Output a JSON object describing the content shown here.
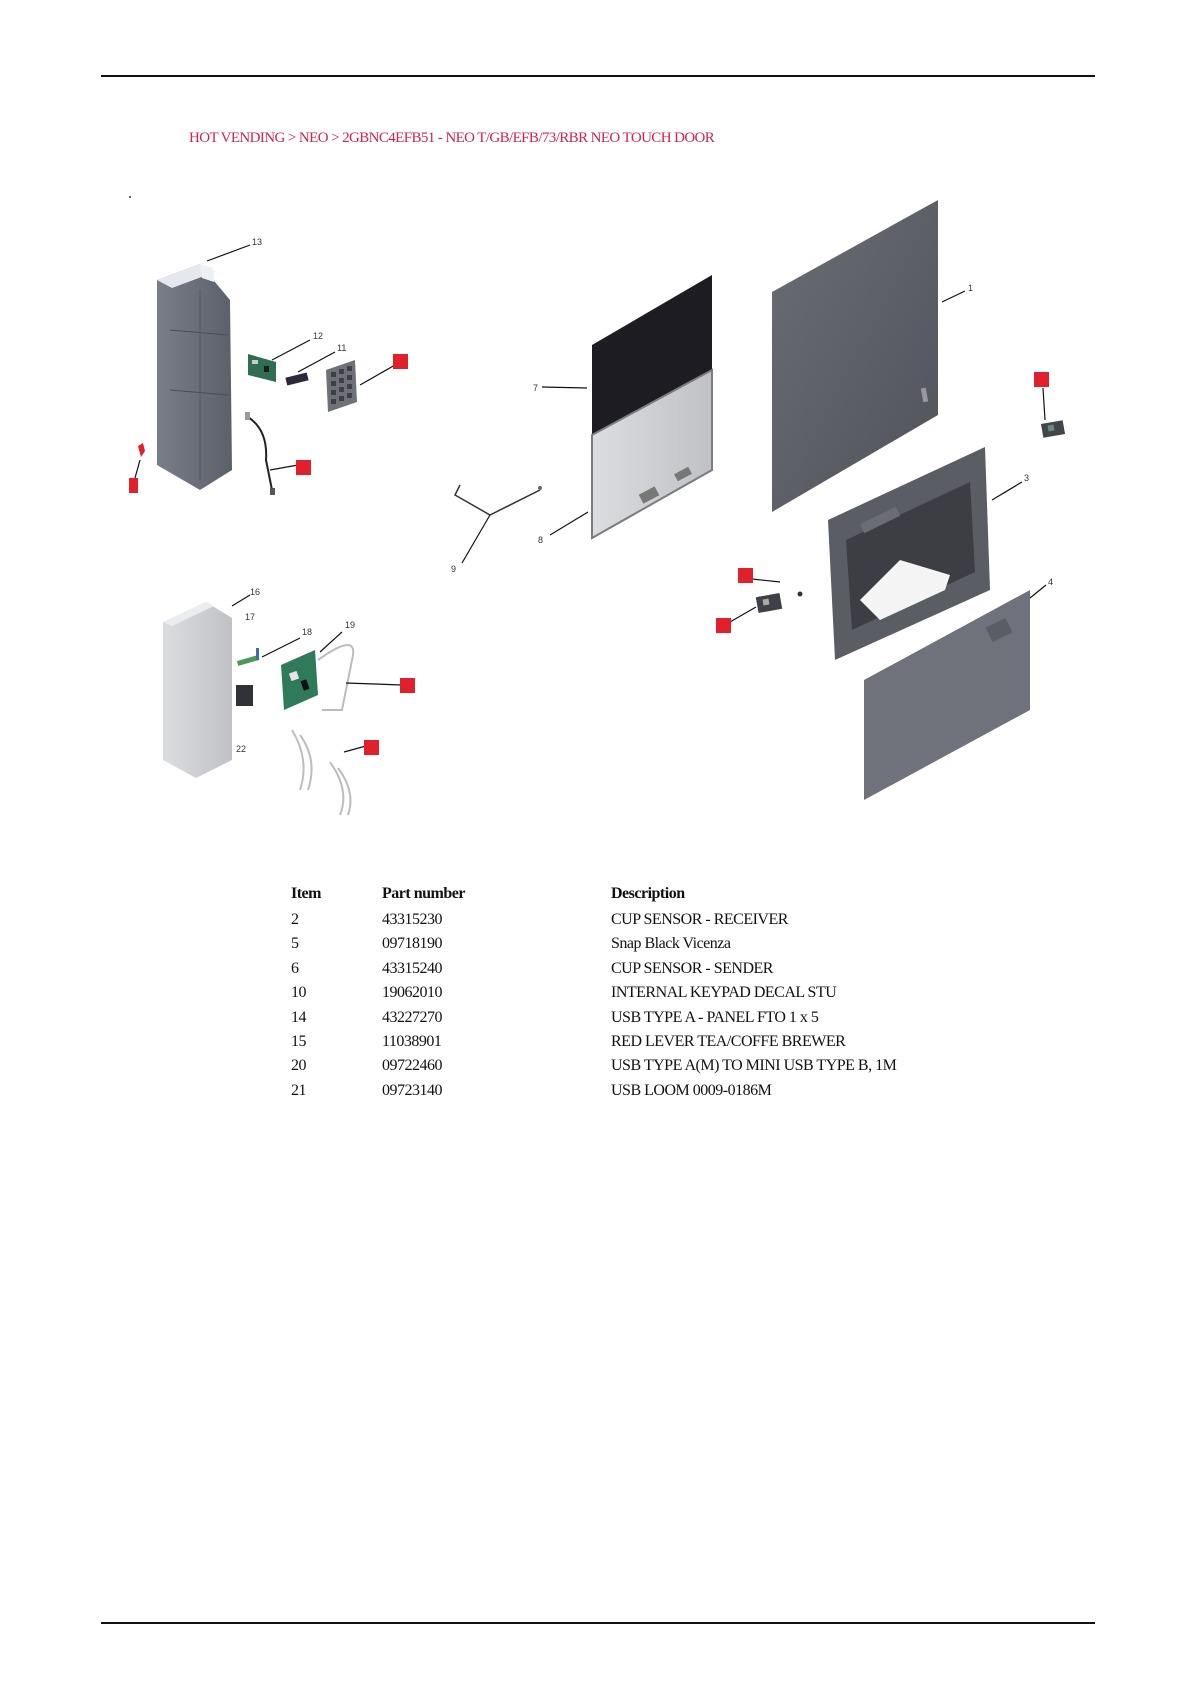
{
  "breadcrumb": "HOT VENDING > NEO > 2GBNC4EFB51 - NEO T/GB/EFB/73/RBR  NEO TOUCH DOOR",
  "colors": {
    "breadcrumb": "#d1234d",
    "callout_marker": "#e0202a"
  },
  "diagram": {
    "callouts": [
      "13",
      "12",
      "11",
      "7",
      "1",
      "3",
      "8",
      "9",
      "4",
      "16",
      "17",
      "18",
      "19",
      "22"
    ]
  },
  "parts_table": {
    "headers": {
      "item": "Item",
      "part_number": "Part number",
      "description": "Description"
    },
    "rows": [
      {
        "item": "2",
        "part_number": "43315230",
        "description": "CUP SENSOR - RECEIVER"
      },
      {
        "item": "5",
        "part_number": "09718190",
        "description": "Snap Black Vicenza"
      },
      {
        "item": "6",
        "part_number": "43315240",
        "description": "CUP SENSOR - SENDER"
      },
      {
        "item": "10",
        "part_number": "19062010",
        "description": "INTERNAL KEYPAD DECAL STU"
      },
      {
        "item": "14",
        "part_number": "43227270",
        "description": "USB TYPE A - PANEL FTO 1 x 5"
      },
      {
        "item": "15",
        "part_number": "11038901",
        "description": "RED LEVER TEA/COFFE BREWER"
      },
      {
        "item": "20",
        "part_number": "09722460",
        "description": "USB TYPE A(M) TO MINI USB TYPE B, 1M"
      },
      {
        "item": "21",
        "part_number": "09723140",
        "description": "USB LOOM 0009-0186M"
      }
    ]
  }
}
